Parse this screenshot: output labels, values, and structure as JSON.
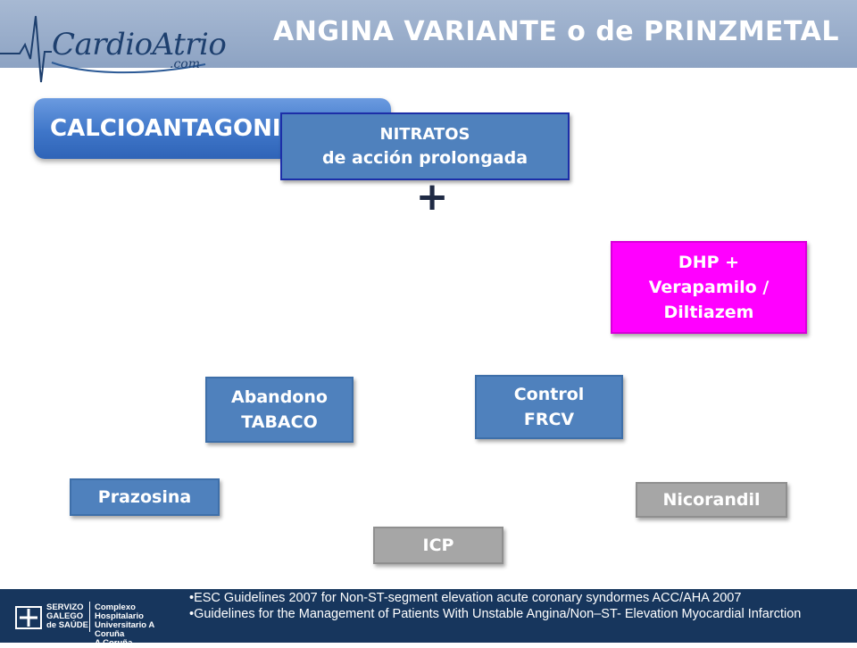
{
  "header": {
    "logo_main": "CardioAtrio",
    "logo_sub": ".com",
    "title": "ANGINA VARIANTE o de PRINZMETAL"
  },
  "main": {
    "pill_label": "CALCIOANTAGONISTAS",
    "nitratos_line1": "NITRATOS",
    "nitratos_line2": "de acción prolongada",
    "plus": "+",
    "dhp_line1": "DHP +",
    "dhp_line2": "Verapamilo /",
    "dhp_line3": "Diltiazem",
    "abandono_line1": "Abandono",
    "abandono_line2": "TABACO",
    "control_line1": "Control",
    "control_line2": "FRCV",
    "prazosina": "Prazosina",
    "nicorandil": "Nicorandil",
    "icp": "ICP"
  },
  "footer": {
    "inst_left_1": "SERVIZO",
    "inst_left_2": "GALEGO",
    "inst_left_3": "de SAÚDE",
    "inst_right_1": "Complexo Hospitalario",
    "inst_right_2": "Universitario A Coruña",
    "inst_right_3": "A Coruña",
    "ref1": "•ESC Guidelines 2007 for Non-ST-segment elevation acute coronary syndormes ACC/AHA 2007",
    "ref2": "•Guidelines for the Management of Patients With Unstable Angina/Non–ST-  Elevation Myocardial Infarction"
  },
  "colors": {
    "header": "#94a9c7",
    "blue_box": "#4f81bd",
    "magenta_box": "#ff00ff",
    "gray_box": "#a6a6a6",
    "footer": "#17365d"
  }
}
